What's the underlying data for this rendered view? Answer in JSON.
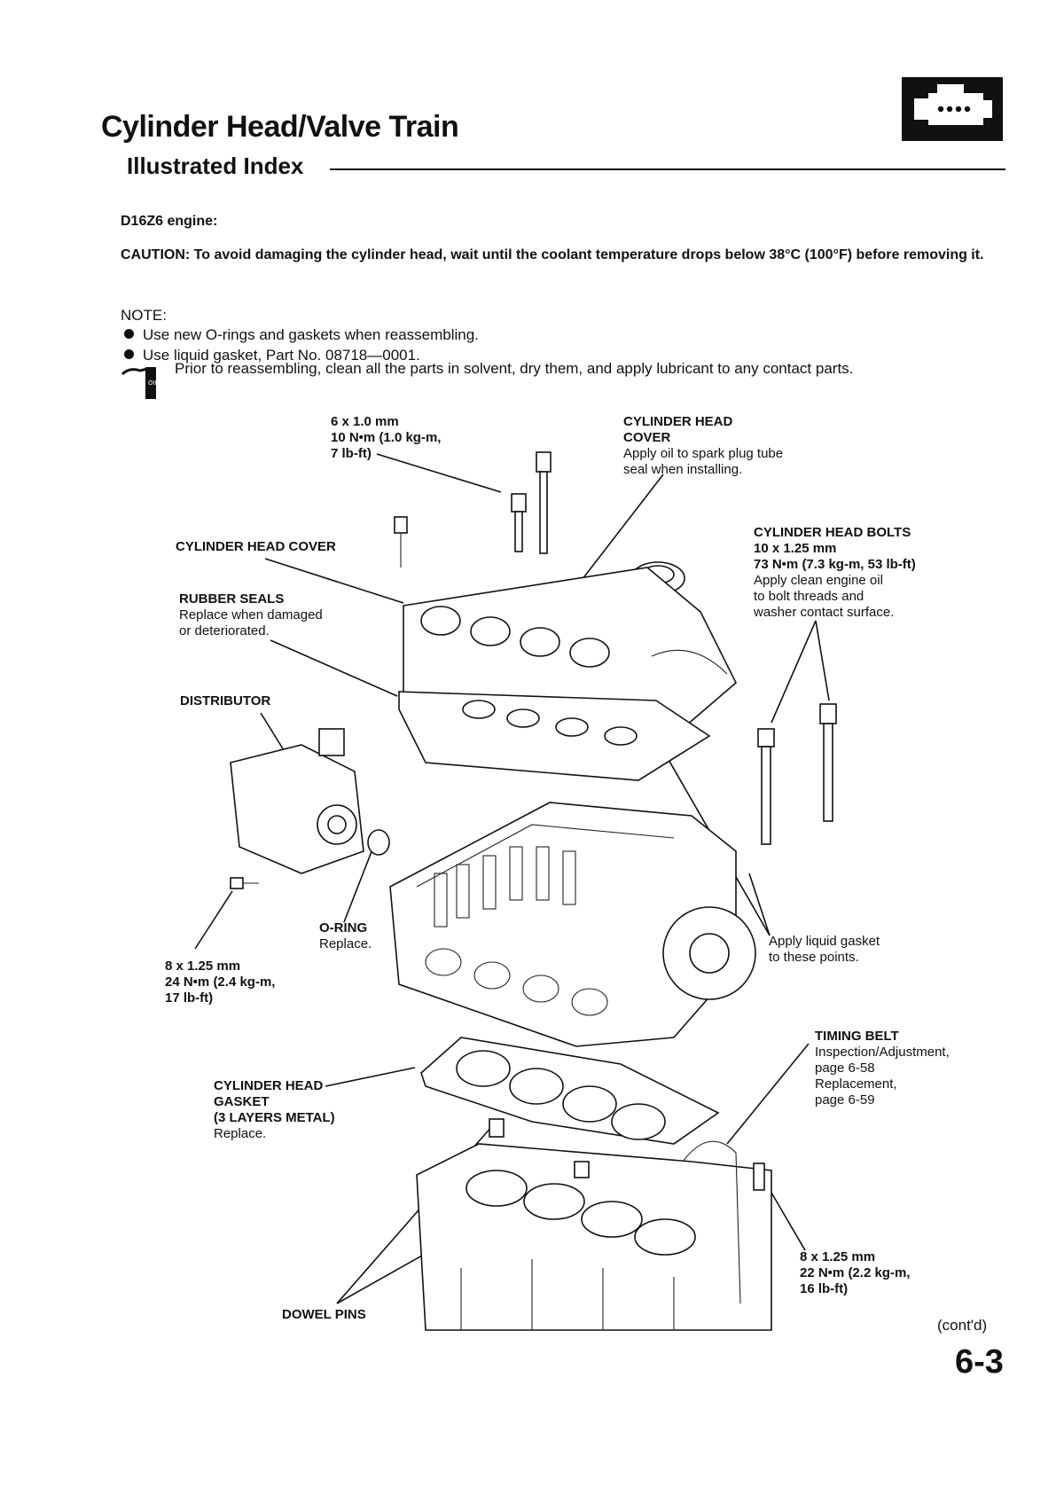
{
  "header": {
    "title": "Cylinder Head/Valve Train",
    "subtitle": "Illustrated Index"
  },
  "section_icon": "engine-section-icon",
  "intro": {
    "engine": "D16Z6 engine:",
    "caution": "CAUTION:  To avoid damaging the cylinder head, wait until the coolant temperature drops below 38°C (100°F) before removing it.",
    "note_head": "NOTE:",
    "bullets": [
      "Use new O-rings and gaskets when reassembling.",
      "Use liquid gasket, Part No. 08718—0001."
    ],
    "lubricate": "Prior to reassembling, clean all the parts in solvent, dry them, and apply lubricant to any contact parts."
  },
  "labels": {
    "cover_bolt": {
      "l1": "6 x 1.0 mm",
      "l2": "10 N•m (1.0 kg-m,",
      "l3": "7 lb-ft)"
    },
    "head_cover_top": {
      "l1": "CYLINDER HEAD",
      "l2": "COVER",
      "l3": "Apply oil to spark plug tube",
      "l4": "seal when installing."
    },
    "head_cover_left": "CYLINDER HEAD COVER",
    "rubber_seals": {
      "l1": "RUBBER SEALS",
      "l2": "Replace when damaged",
      "l3": "or deteriorated."
    },
    "head_bolts": {
      "l1": "CYLINDER HEAD BOLTS",
      "l2": "10 x 1.25 mm",
      "l3": "73 N•m (7.3 kg-m, 53 lb-ft)",
      "l4": "Apply clean engine oil",
      "l5": "to bolt threads and",
      "l6": "washer contact surface."
    },
    "distributor": "DISTRIBUTOR",
    "o_ring": {
      "l1": "O-RING",
      "l2": "Replace."
    },
    "dist_bolt": {
      "l1": "8 x 1.25 mm",
      "l2": "24 N•m (2.4 kg-m,",
      "l3": "17 lb-ft)"
    },
    "liquid_gasket": {
      "l1": "Apply liquid gasket",
      "l2": "to these points."
    },
    "timing_belt": {
      "l1": "TIMING BELT",
      "l2": "Inspection/Adjustment,",
      "l3": "page 6-58",
      "l4": "Replacement,",
      "l5": "page 6-59"
    },
    "head_gasket": {
      "l1": "CYLINDER HEAD",
      "l2": "GASKET",
      "l3": "(3 LAYERS METAL)",
      "l4": "Replace."
    },
    "block_bolt": {
      "l1": "8 x 1.25 mm",
      "l2": "22 N•m (2.2 kg-m,",
      "l3": "16 lb-ft)"
    },
    "dowel_pins": "DOWEL PINS"
  },
  "footer": {
    "cont": "(cont'd)",
    "page": "6-3"
  }
}
